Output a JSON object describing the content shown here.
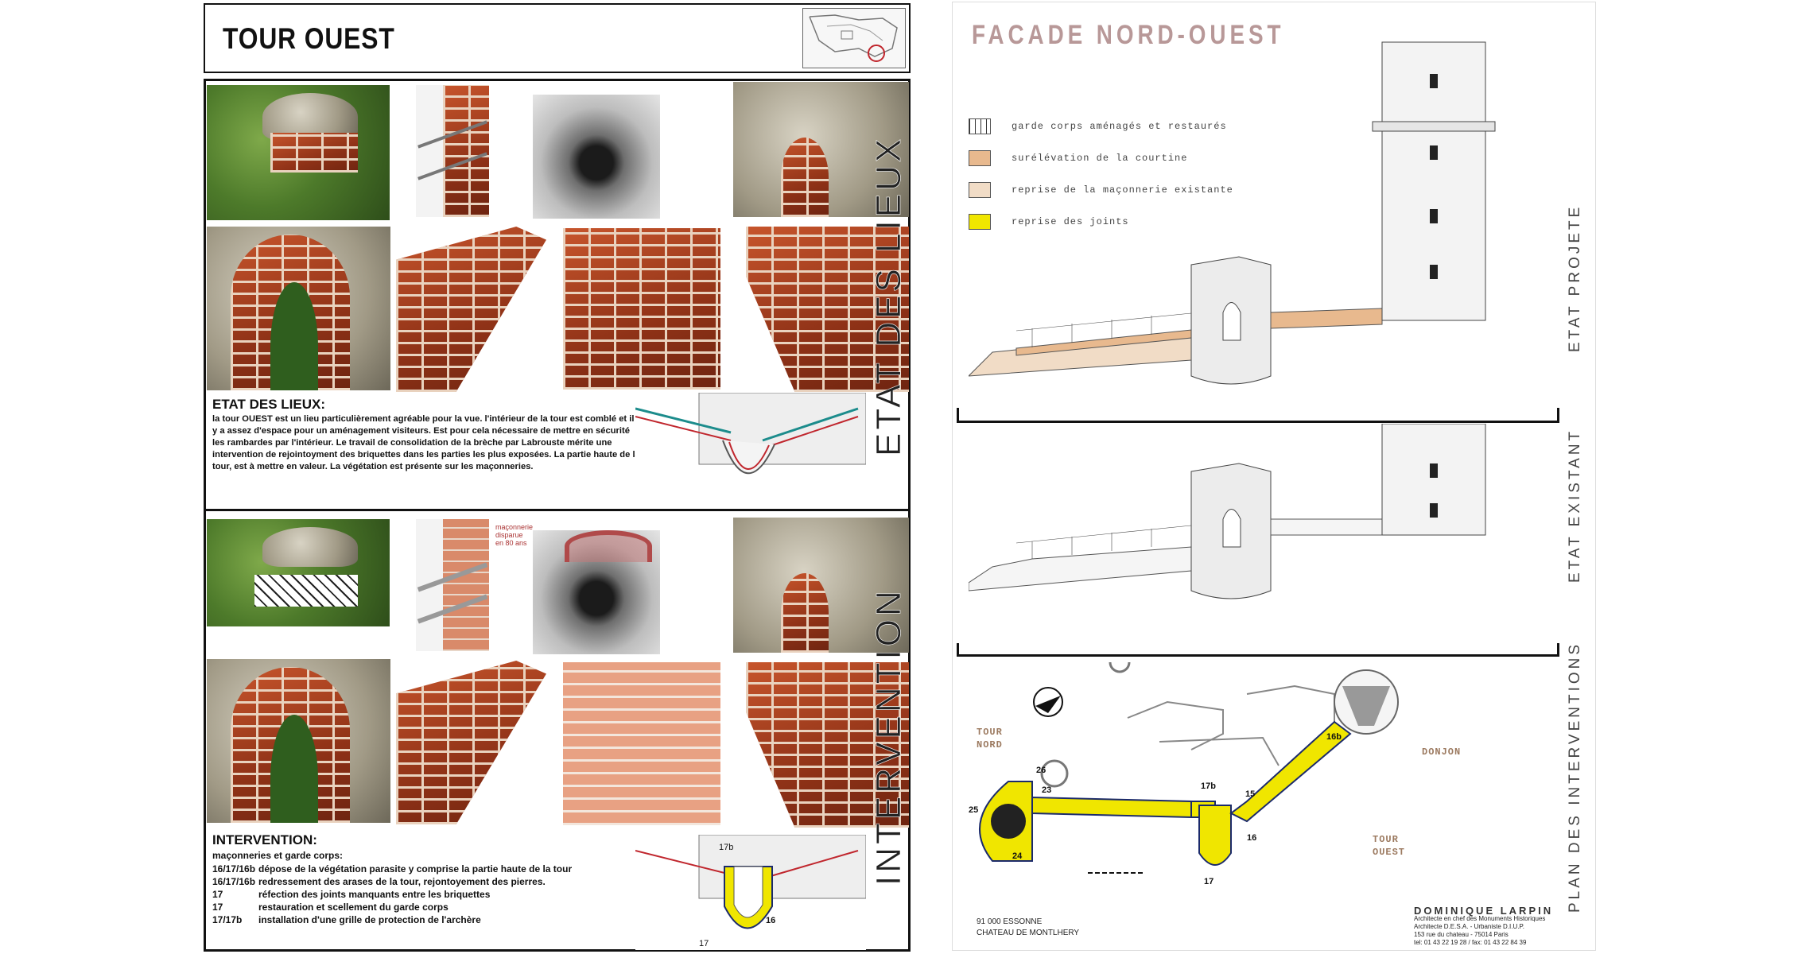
{
  "left_sheet": {
    "title": "TOUR OUEST",
    "etat": {
      "side_label": "ETAT DES LIEUX",
      "heading": "ETAT DES LIEUX:",
      "text": "la tour OUEST est un lieu particulièrement agréable pour la vue. l'intérieur de la tour est comblé et il y a assez d'espace pour un aménagement visiteurs. Est pour cela nécessaire de mettre en sécurité les rambardes par l'intérieur.  Le travail de consolidation de la brèche par Labrouste mérite une intervention de rejointoyment des briquettes dans les parties les plus exposées.  La partie haute de la tour, est à mettre en valeur. La végétation est présente sur les maçonneries."
    },
    "intervention": {
      "side_label": "INTERVENTION",
      "heading": "INTERVENTION:",
      "subheading": "maçonneries et garde corps:",
      "photo_note": "maçonnerie disparue en 80 ans",
      "items": [
        {
          "code": "16/17/16b",
          "text": "dépose  de la végétation parasite  y comprise la partie haute de la tour"
        },
        {
          "code": "16/17/16b",
          "text": "redressement des arases de la tour, rejontoyement des pierres."
        },
        {
          "code": "17",
          "text": "réfection des joints manquants entre les briquettes"
        },
        {
          "code": "17",
          "text": "restauration et scellement du garde corps"
        },
        {
          "code": "17/17b",
          "text": "installation d'une grille de protection de l'archère"
        }
      ],
      "plan_labels": {
        "a": "17b",
        "b": "16",
        "c": "17"
      }
    }
  },
  "right_sheet": {
    "title": "FACADE NORD-OUEST",
    "legend": [
      {
        "label": "garde corps aménagés et restaurés",
        "color": "#ffffff"
      },
      {
        "label": "surélévation de la courtine",
        "color": "#e8b98e"
      },
      {
        "label": "reprise de la maçonnerie existante",
        "color": "#f1dcc6"
      },
      {
        "label": "reprise des joints",
        "color": "#f0e600"
      }
    ],
    "labels": {
      "projete": "ETAT PROJETE",
      "existant": "ETAT EXISTANT",
      "plan": "PLAN DES INTERVENTIONS"
    },
    "plan": {
      "tour_nord": "TOUR\nNORD",
      "tour_ouest": "TOUR\nOUEST",
      "donjon": "DONJON",
      "numbers": [
        "26",
        "23",
        "25",
        "24",
        "17b",
        "17",
        "16",
        "15",
        "16b"
      ]
    },
    "footer_left": {
      "line1": "91 000 ESSONNE",
      "line2": "CHATEAU DE MONTLHERY"
    },
    "footer_right": {
      "name": "DOMINIQUE LARPIN",
      "l1": "Architecte en chef des Monuments Historiques",
      "l2": "Architecte D.E.S.A. - Urbaniste D.I.U.P.",
      "l3": "153 rue du chateau - 75014 Paris",
      "l4": "tel: 01 43 22 19 28 / fax: 01 43 22 84 39"
    }
  }
}
